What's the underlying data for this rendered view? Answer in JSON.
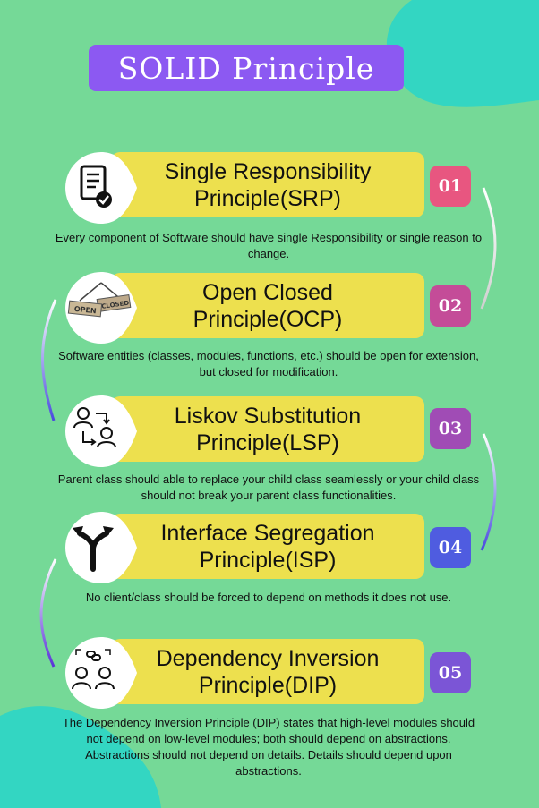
{
  "title": "SOLID Principle",
  "colors": {
    "background": "#75d997",
    "accent_blob": "#33d6c2",
    "title_box": "#8c59f2",
    "banner": "#ede04e"
  },
  "principles": [
    {
      "name": "Single Responsibility Principle(SRP)",
      "number": "01",
      "badge_color": "#e85680",
      "icon": "document-check-icon",
      "description": "Every component of Software should have single Responsibility or single reason to change."
    },
    {
      "name": "Open Closed Principle(OCP)",
      "number": "02",
      "badge_color": "#c44c98",
      "icon": "open-closed-sign-icon",
      "sign_open": "OPEN",
      "sign_closed": "CLOSED",
      "description": "Software entities (classes, modules, functions, etc.) should be open for extension, but closed for modification."
    },
    {
      "name": "Liskov Substitution Principle(LSP)",
      "number": "03",
      "badge_color": "#a04cb5",
      "icon": "user-substitution-icon",
      "description": "Parent class should able to replace your child class seamlessly or your child class should not break your parent class functionalities."
    },
    {
      "name": "Interface Segregation Principle(ISP)",
      "number": "04",
      "badge_color": "#4f5ce0",
      "icon": "split-arrow-icon",
      "description": "No client/class should be forced to depend on methods it does not use."
    },
    {
      "name": "Dependency Inversion Principle(DIP)",
      "number": "05",
      "badge_color": "#7b55d6",
      "icon": "linked-users-icon",
      "description": "The Dependency Inversion Principle (DIP) states that high-level modules should not depend on low-level modules; both should depend on abstractions. Abstractions should not depend on details. Details should depend upon abstractions."
    }
  ]
}
